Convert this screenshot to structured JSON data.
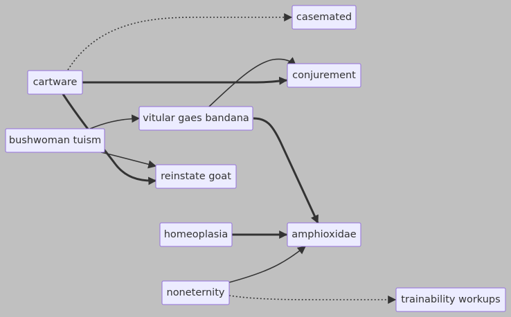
{
  "diagram": {
    "type": "flowchart",
    "colors": {
      "background": "#c0c0c0",
      "node_fill": "#ececff",
      "node_border": "#9370db",
      "text": "#333333",
      "edge": "#333333"
    },
    "nodes": [
      {
        "id": "casemated",
        "label": "casemated"
      },
      {
        "id": "cartware",
        "label": "cartware"
      },
      {
        "id": "conjurement",
        "label": "conjurement"
      },
      {
        "id": "vitular",
        "label": "vitular gaes bandana"
      },
      {
        "id": "bushwoman",
        "label": "bushwoman tuism"
      },
      {
        "id": "reinstate",
        "label": "reinstate goat"
      },
      {
        "id": "homeoplasia",
        "label": "homeoplasia"
      },
      {
        "id": "amphioxidae",
        "label": "amphioxidae"
      },
      {
        "id": "noneternity",
        "label": "noneternity"
      },
      {
        "id": "trainability",
        "label": "trainability workups"
      }
    ],
    "edges": [
      {
        "from": "cartware",
        "to": "casemated",
        "style": "dotted"
      },
      {
        "from": "cartware",
        "to": "conjurement",
        "style": "thick"
      },
      {
        "from": "cartware",
        "to": "reinstate",
        "style": "thick"
      },
      {
        "from": "bushwoman",
        "to": "vitular",
        "style": "normal"
      },
      {
        "from": "bushwoman",
        "to": "reinstate",
        "style": "normal"
      },
      {
        "from": "vitular",
        "to": "conjurement",
        "style": "normal"
      },
      {
        "from": "vitular",
        "to": "amphioxidae",
        "style": "thick"
      },
      {
        "from": "homeoplasia",
        "to": "amphioxidae",
        "style": "thick"
      },
      {
        "from": "noneternity",
        "to": "amphioxidae",
        "style": "normal"
      },
      {
        "from": "noneternity",
        "to": "trainability",
        "style": "dotted"
      }
    ]
  }
}
